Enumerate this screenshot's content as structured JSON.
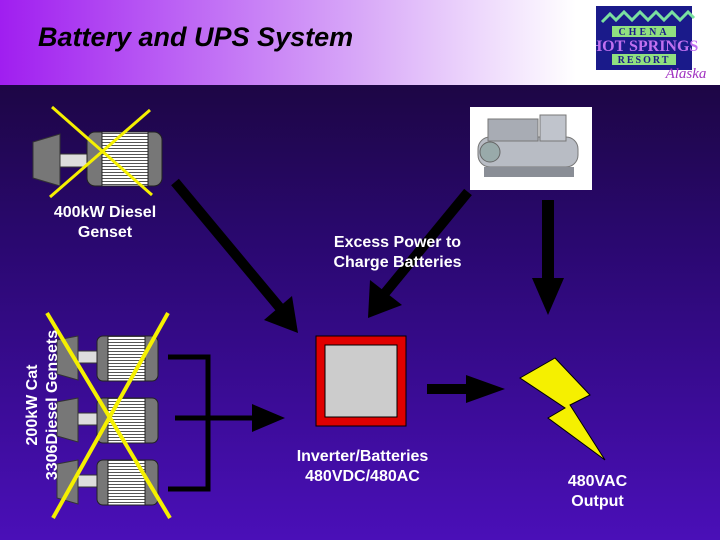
{
  "header": {
    "title": "Battery and UPS System"
  },
  "logo": {
    "lines": [
      "CHENA",
      "HOT SPRINGS",
      "RESORT",
      "Alaska"
    ]
  },
  "labels": {
    "genset_400_line1": "400kW Diesel",
    "genset_400_line2": "Genset",
    "cat_line1": "200kW Cat",
    "cat_line2": "3306Diesel Gensets",
    "excess_line1": "Excess Power to",
    "excess_line2": "Charge Batteries",
    "inverter_line1": "Inverter/Batteries",
    "inverter_line2": "480VDC/480AC",
    "output_line1": "480VAC",
    "output_line2": "Output"
  },
  "colors": {
    "cross": "#f5f000",
    "inverter_border": "#e00000",
    "bolt": "#f5f000"
  }
}
